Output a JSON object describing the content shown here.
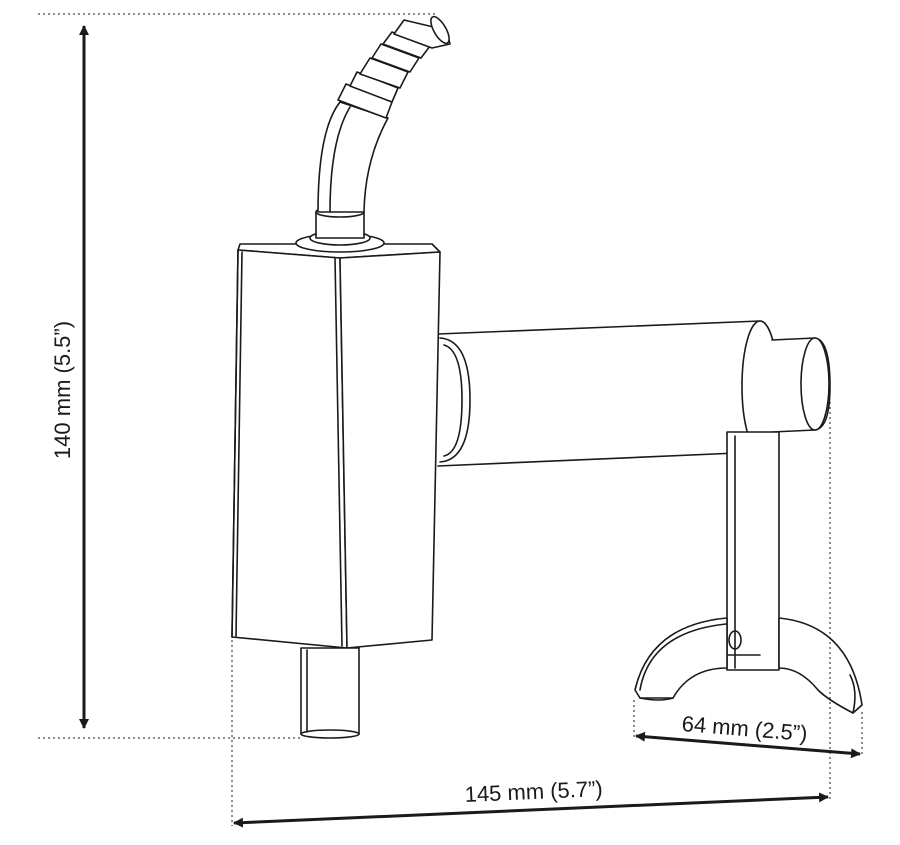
{
  "dimensions": {
    "height_label": "140 mm (5.5”)",
    "width_label": "145 mm (5.7”)",
    "base_label": "64 mm (2.5”)"
  },
  "colors": {
    "line": "#1a1a1a",
    "background": "#ffffff"
  }
}
